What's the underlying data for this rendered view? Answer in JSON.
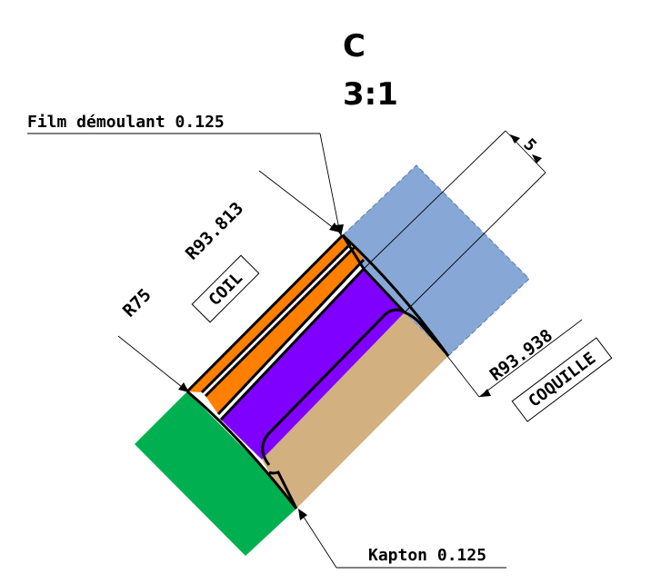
{
  "title": {
    "view": "C",
    "scale": "3:1"
  },
  "labels": {
    "film": "Film démoulant 0.125",
    "kapton": "Kapton 0.125",
    "r75": "R75",
    "r93813": "R93.813",
    "r93938": "R93.938",
    "dim5": "5",
    "coil": "COIL",
    "coquille": "COQUILLE"
  },
  "colors": {
    "mold_blue": "#87a8d6",
    "orange": "#ff8000",
    "purple": "#8000ff",
    "tan": "#d2b07f",
    "green": "#00b050"
  }
}
